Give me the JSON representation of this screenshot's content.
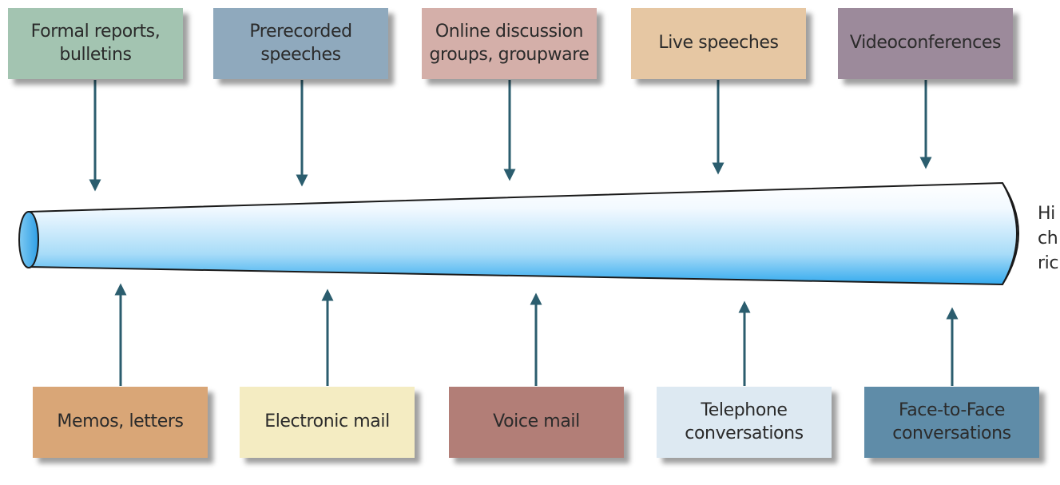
{
  "top_boxes": [
    {
      "id": "formal",
      "label": "Formal reports,\nbulletins",
      "color": "#a3c4b1"
    },
    {
      "id": "prerec",
      "label": "Prerecorded\nspeeches",
      "color": "#8fa9bd"
    },
    {
      "id": "online",
      "label": "Online discussion\ngroups, groupware",
      "color": "#d4afa9"
    },
    {
      "id": "live",
      "label": "Live speeches",
      "color": "#e6c7a3"
    },
    {
      "id": "video",
      "label": "Videoconferences",
      "color": "#9c8a9b"
    }
  ],
  "bottom_boxes": [
    {
      "id": "memos",
      "label": "Memos, letters",
      "color": "#d9a677"
    },
    {
      "id": "email",
      "label": "Electronic mail",
      "color": "#f4ecc2"
    },
    {
      "id": "voice",
      "label": "Voice mail",
      "color": "#b27e77"
    },
    {
      "id": "phone",
      "label": "Telephone\nconversations",
      "color": "#dde9f2"
    },
    {
      "id": "face",
      "label": "Face-to-Face\nconversations",
      "color": "#5f8ca8"
    }
  ],
  "side_label": "Hi\nch\nric",
  "colors": {
    "arrow": "#2b5d6e",
    "pipe_outline": "#1a1a1a",
    "pipe_light": "#ffffff",
    "pipe_dark": "#33aaee"
  }
}
